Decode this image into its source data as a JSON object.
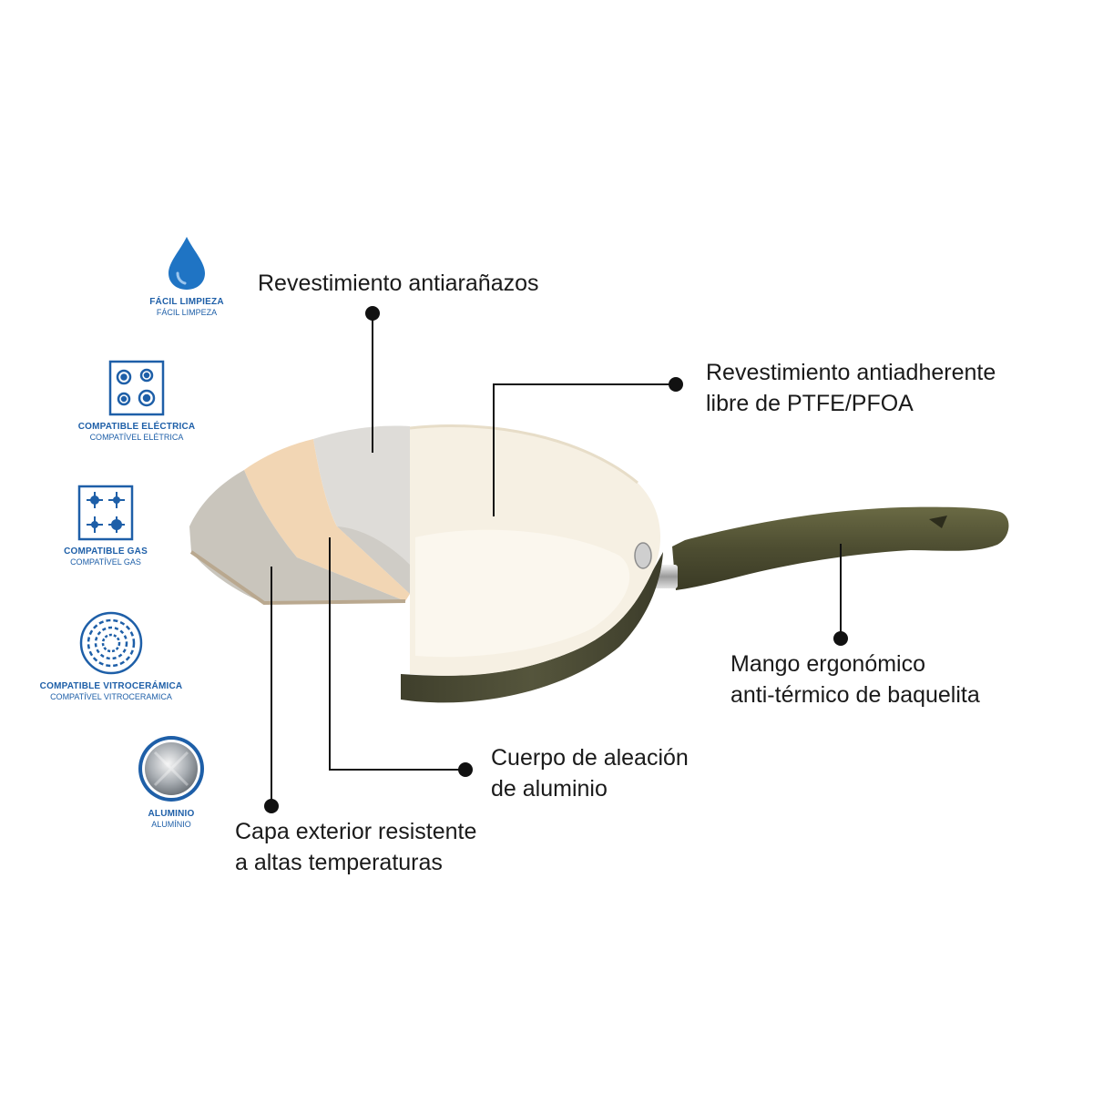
{
  "features": [
    {
      "title": "FÁCIL LIMPIEZA",
      "subtitle": "FÁCIL LIMPEZA",
      "icon": "water-drop-icon"
    },
    {
      "title": "COMPATIBLE ELÉCTRICA",
      "subtitle": "COMPATÍVEL ELÉTRICA",
      "icon": "electric-cooktop-icon"
    },
    {
      "title": "COMPATIBLE GAS",
      "subtitle": "COMPATÍVEL GAS",
      "icon": "gas-burner-icon"
    },
    {
      "title": "COMPATIBLE VITROCERÁMICA",
      "subtitle": "COMPATÍVEL VITROCERAMICA",
      "icon": "ceramic-hob-icon"
    },
    {
      "title": "ALUMINIO",
      "subtitle": "ALUMÍNIO",
      "icon": "aluminum-disc-icon"
    }
  ],
  "callouts": {
    "scratch": {
      "line1": "Revestimiento antiarañazos"
    },
    "nonstick": {
      "line1": "Revestimiento antiadherente",
      "line2": "libre de PTFE/PFOA"
    },
    "handle": {
      "line1": "Mango ergonómico",
      "line2": "anti-térmico de baquelita"
    },
    "body": {
      "line1": "Cuerpo de aleación",
      "line2": "de aluminio"
    },
    "exterior": {
      "line1": "Capa exterior resistente",
      "line2": "a altas temperaturas"
    }
  },
  "colors": {
    "icon_blue": "#1e5fa8",
    "drop_blue": "#1f74c4",
    "pan_exterior": "#4a4a36",
    "handle": "#505033",
    "cream": "#f6f0e3",
    "layer_grey": "#c9c5bc",
    "layer_peach": "#f2d6b4",
    "layer_silver": "#dedcd8"
  }
}
